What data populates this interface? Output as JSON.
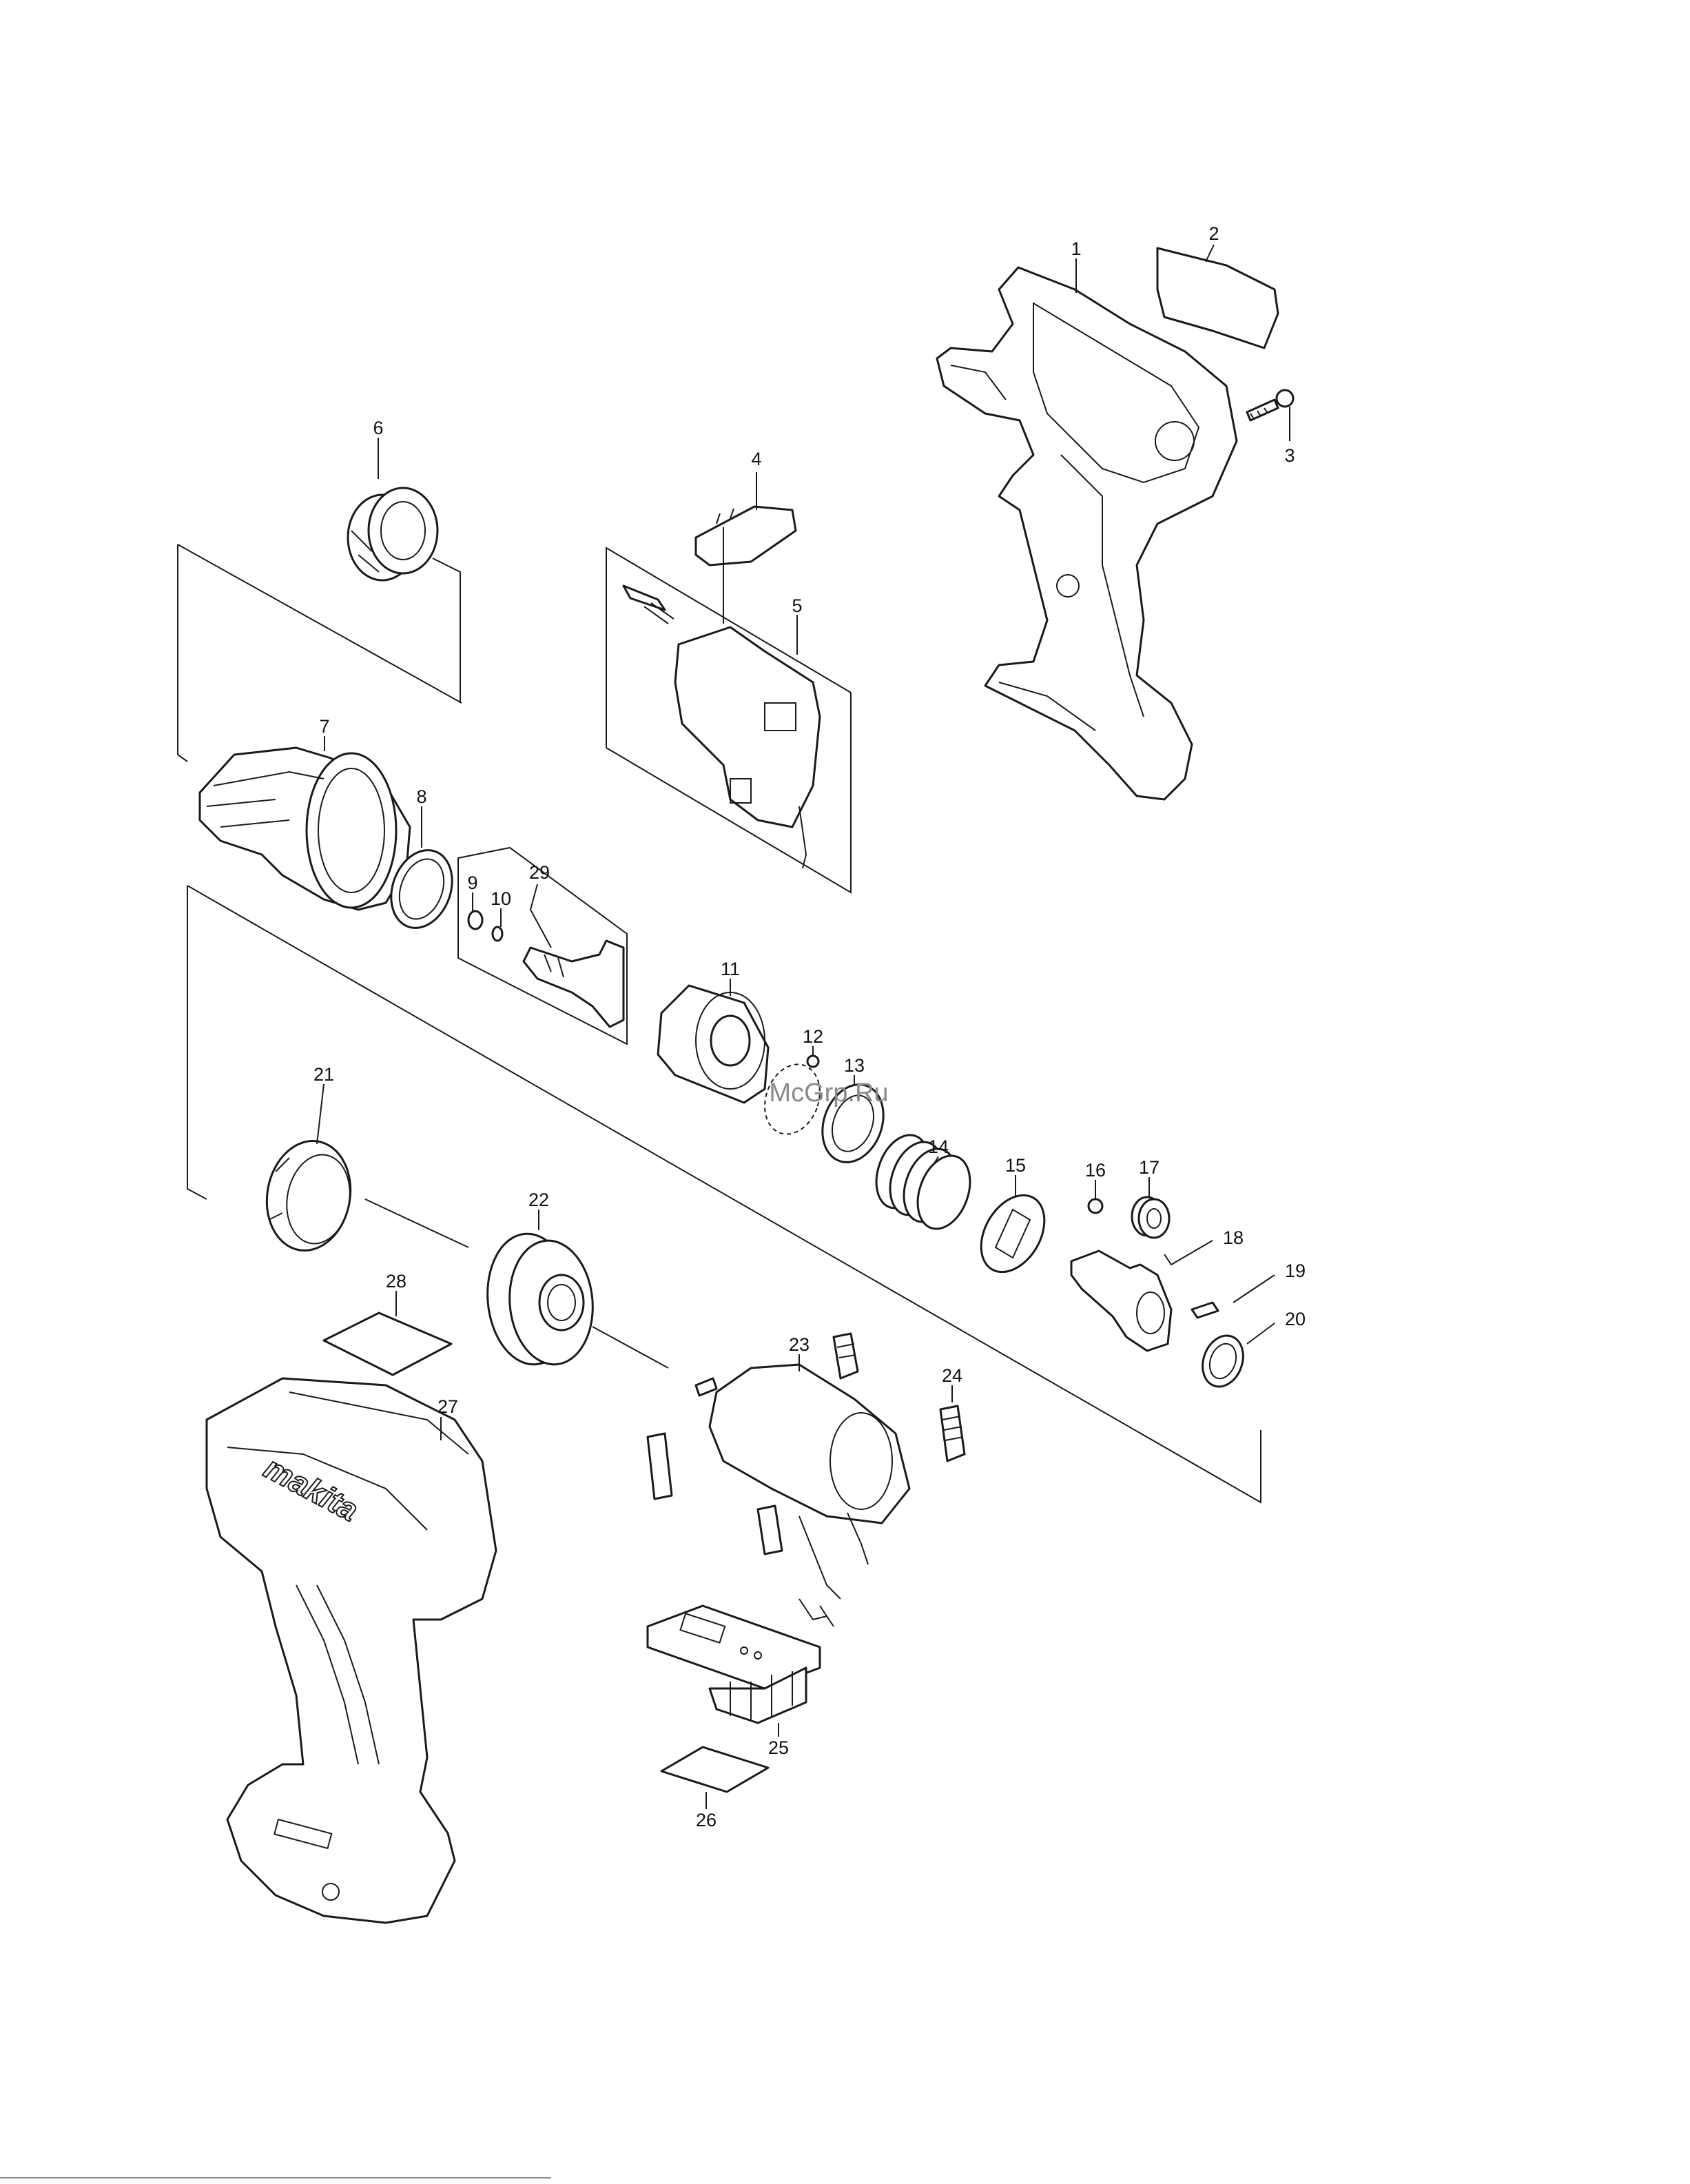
{
  "callouts": [
    {
      "id": "1",
      "label": "1"
    },
    {
      "id": "2",
      "label": "2"
    },
    {
      "id": "3",
      "label": "3"
    },
    {
      "id": "4",
      "label": "4"
    },
    {
      "id": "5",
      "label": "5"
    },
    {
      "id": "6",
      "label": "6"
    },
    {
      "id": "7",
      "label": "7"
    },
    {
      "id": "8",
      "label": "8"
    },
    {
      "id": "9",
      "label": "9"
    },
    {
      "id": "10",
      "label": "10"
    },
    {
      "id": "11",
      "label": "11"
    },
    {
      "id": "12",
      "label": "12"
    },
    {
      "id": "13",
      "label": "13"
    },
    {
      "id": "14",
      "label": "14"
    },
    {
      "id": "15",
      "label": "15"
    },
    {
      "id": "16",
      "label": "16"
    },
    {
      "id": "17",
      "label": "17"
    },
    {
      "id": "18",
      "label": "18"
    },
    {
      "id": "19",
      "label": "19"
    },
    {
      "id": "20",
      "label": "20"
    },
    {
      "id": "21",
      "label": "21"
    },
    {
      "id": "22",
      "label": "22"
    },
    {
      "id": "23",
      "label": "23"
    },
    {
      "id": "24",
      "label": "24"
    },
    {
      "id": "25",
      "label": "25"
    },
    {
      "id": "26",
      "label": "26"
    },
    {
      "id": "27",
      "label": "27"
    },
    {
      "id": "28",
      "label": "28"
    },
    {
      "id": "29",
      "label": "29"
    }
  ],
  "watermark": "McGrp.Ru",
  "logo_text": "makita"
}
